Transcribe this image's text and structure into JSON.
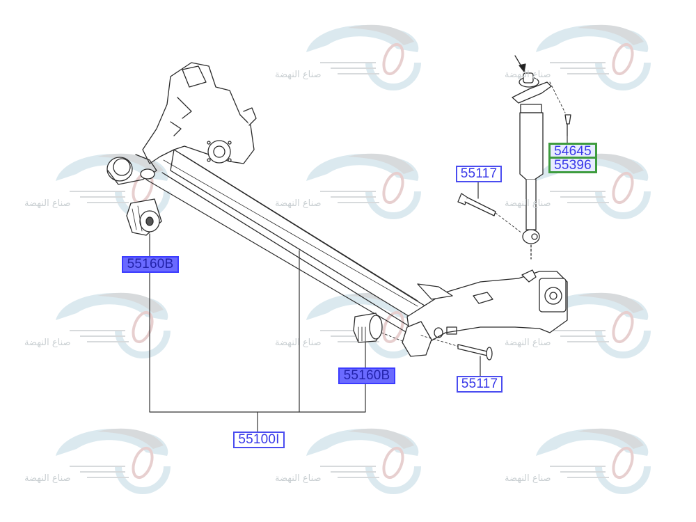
{
  "diagram": {
    "title": "Rear suspension beam assembly – exploded parts view",
    "colors": {
      "label_border": "#4a4cf0",
      "label_text": "#3838e8",
      "label_fill_selected": "#6a6aff",
      "label_group_border": "#3e9c3e",
      "line": "#333333",
      "watermark_grey": "#d7dadc",
      "watermark_blue": "#dbe9ef",
      "watermark_red": "#e7cfcf"
    },
    "watermark": {
      "text": "صناع النهضة",
      "icon": "car-gear-logo"
    },
    "callouts": [
      {
        "id": "c1",
        "part_no": "54645",
        "style": "group"
      },
      {
        "id": "c2",
        "part_no": "55396",
        "style": "group"
      },
      {
        "id": "c3",
        "part_no": "55117",
        "style": "outline"
      },
      {
        "id": "c4",
        "part_no": "55160B",
        "style": "filled"
      },
      {
        "id": "c5",
        "part_no": "55160B",
        "style": "filled"
      },
      {
        "id": "c6",
        "part_no": "55117",
        "style": "outline"
      },
      {
        "id": "c7",
        "part_no": "55100I",
        "style": "outline"
      }
    ],
    "parts": [
      {
        "name": "rear-torsion-beam-axle"
      },
      {
        "name": "beam-bushing-left"
      },
      {
        "name": "beam-bushing-right"
      },
      {
        "name": "rear-shock-absorber"
      },
      {
        "name": "shock-mount-bolt-upper"
      },
      {
        "name": "shock-lower-bolt"
      },
      {
        "name": "bushing-bolt-right"
      }
    ]
  }
}
